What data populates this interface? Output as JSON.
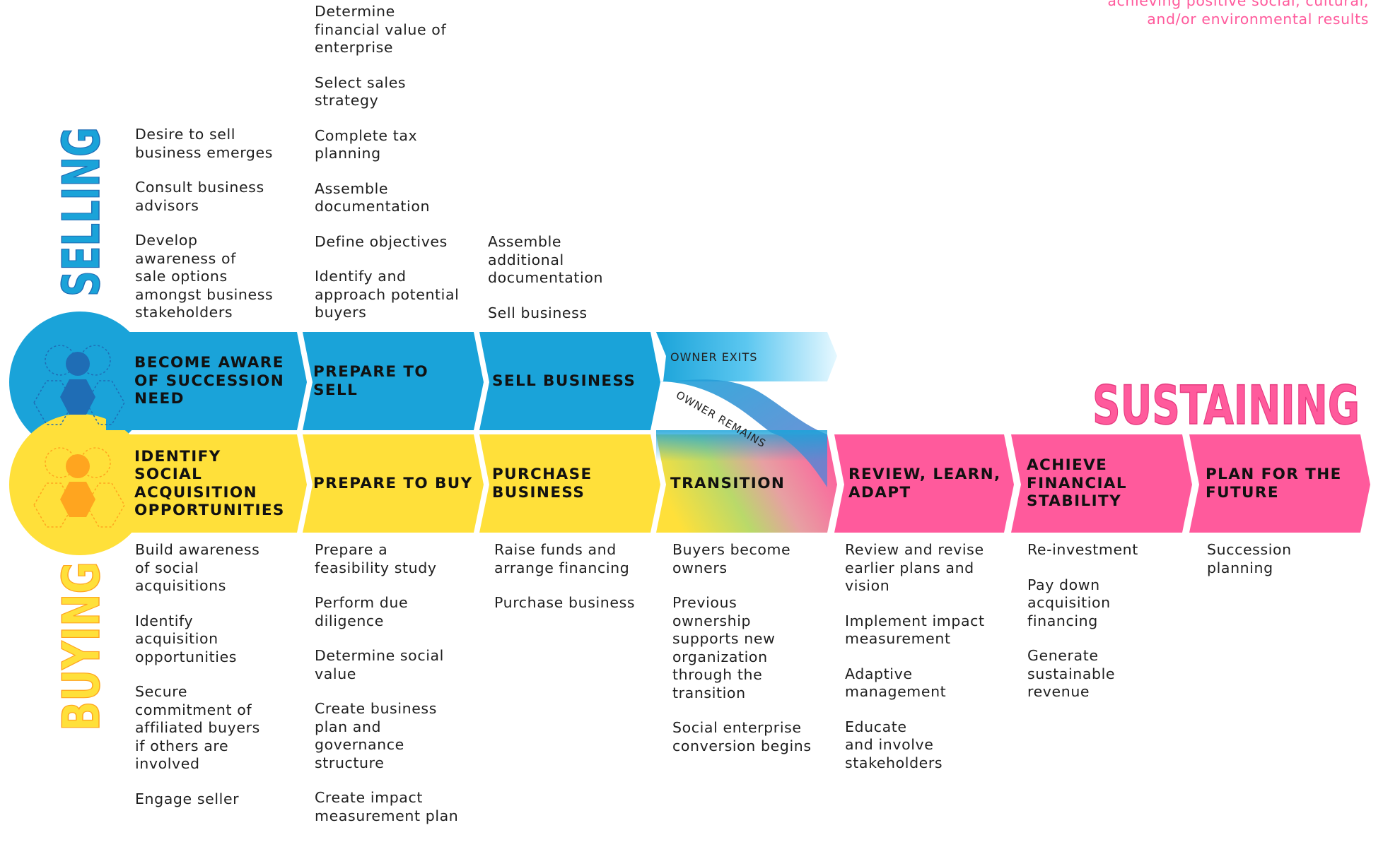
{
  "headings": {
    "selling": "SELLING",
    "buying": "BUYING",
    "sustaining": "SUSTAINING"
  },
  "sustaining_note": "achieving positive social, cultural,\nand/or environmental results",
  "branch_tags": {
    "owner_exits": "OWNER EXITS",
    "owner_remains": "OWNER REMAINS"
  },
  "selling_stages": [
    {
      "label": "BECOME AWARE\nOF SUCCESSION\nNEED",
      "items": [
        "Desire to sell\nbusiness emerges",
        "Consult business\nadvisors",
        "Develop\nawareness of\nsale options\namongst business\nstakeholders"
      ]
    },
    {
      "label": "PREPARE TO\nSELL",
      "items": [
        "Determine\nfinancial value of\nenterprise",
        "Select sales\nstrategy",
        "Complete tax\nplanning",
        "Assemble\ndocumentation",
        "Define objectives",
        "Identify and\napproach potential\nbuyers"
      ]
    },
    {
      "label": "SELL BUSINESS",
      "items": [
        "Assemble\nadditional\ndocumentation",
        "Sell business"
      ]
    }
  ],
  "buying_stages": [
    {
      "label": "IDENTIFY\nSOCIAL\nACQUISITION\nOPPORTUNITIES",
      "items": [
        "Build awareness\nof social\nacquisitions",
        "Identify\nacquisition\nopportunities",
        "Secure\ncommitment of\naffiliated buyers\nif others are\ninvolved",
        "Engage seller"
      ]
    },
    {
      "label": "PREPARE TO BUY",
      "items": [
        "Prepare a\nfeasibility study",
        "Perform due\ndiligence",
        "Determine social\nvalue",
        "Create business\nplan and\ngovernance\nstructure",
        "Create impact\nmeasurement plan"
      ]
    },
    {
      "label": "PURCHASE\nBUSINESS",
      "items": [
        "Raise funds and\narrange financing",
        "Purchase business"
      ]
    },
    {
      "label": "TRANSITION",
      "items": [
        "Buyers become\nowners",
        "Previous\nownership\nsupports new\norganization\nthrough the\ntransition",
        "Social enterprise\nconversion begins"
      ]
    }
  ],
  "sustaining_stages": [
    {
      "label": "REVIEW, LEARN,\nADAPT",
      "items": [
        "Review and revise\nearlier plans and\nvision",
        "Implement impact\nmeasurement",
        "Adaptive\nmanagement",
        "Educate\nand involve\nstakeholders"
      ]
    },
    {
      "label": "ACHIEVE\nFINANCIAL\nSTABILITY",
      "items": [
        "Re-investment",
        "Pay down\nacquisition\nfinancing",
        "Generate\nsustainable\nrevenue"
      ]
    },
    {
      "label": "PLAN FOR THE\nFUTURE",
      "items": [
        "Succession\nplanning"
      ]
    }
  ],
  "colors": {
    "selling": "#1aa3d9",
    "buying": "#ffe03a",
    "sustaining": "#ff5a9c",
    "selling_dark": "#1f6db5",
    "buying_dark": "#ffa51f"
  }
}
